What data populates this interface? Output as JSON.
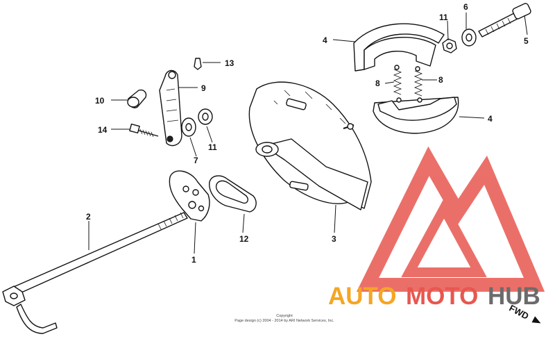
{
  "callouts": [
    {
      "id": "1",
      "label": "1"
    },
    {
      "id": "2",
      "label": "2"
    },
    {
      "id": "3",
      "label": "3"
    },
    {
      "id": "4a",
      "label": "4"
    },
    {
      "id": "4b",
      "label": "4"
    },
    {
      "id": "5",
      "label": "5"
    },
    {
      "id": "6",
      "label": "6"
    },
    {
      "id": "7",
      "label": "7"
    },
    {
      "id": "8a",
      "label": "8"
    },
    {
      "id": "8b",
      "label": "8"
    },
    {
      "id": "9",
      "label": "9"
    },
    {
      "id": "10",
      "label": "10"
    },
    {
      "id": "11a",
      "label": "11"
    },
    {
      "id": "11b",
      "label": "11"
    },
    {
      "id": "12",
      "label": "12"
    },
    {
      "id": "13",
      "label": "13"
    },
    {
      "id": "14",
      "label": "14"
    }
  ],
  "watermark": {
    "part1": "AUTO",
    "part2": "MOTO",
    "part3": "HUB",
    "color_orange": "#f5a623",
    "color_red": "#e8574f",
    "color_gray": "#6b6b6b"
  },
  "fwd_label": "FWD",
  "copyright": {
    "line1": "Copyright",
    "line2": "Page design (c) 2004 - 2014 by ARI Network Services, Inc."
  }
}
